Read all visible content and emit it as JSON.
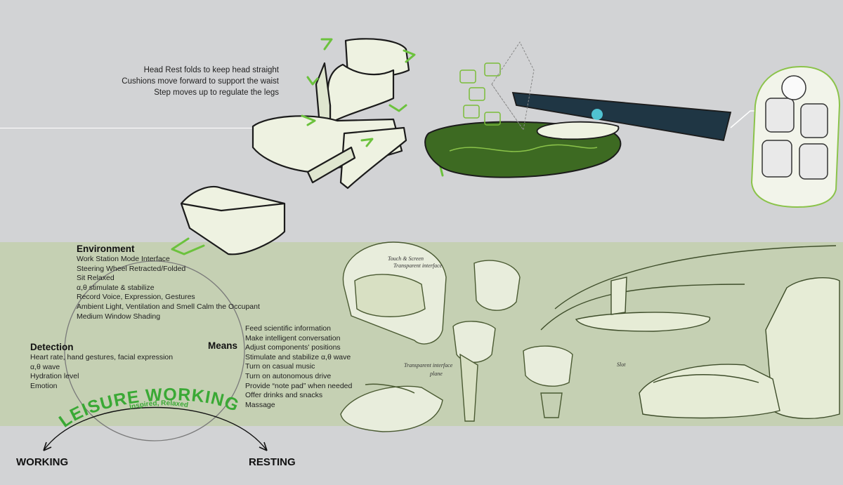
{
  "caption": {
    "lines": [
      "Head Rest folds to keep head straight",
      "Cushions move forward to support the waist",
      "Step moves up to regulate the legs"
    ]
  },
  "environment": {
    "title": "Environment",
    "items": [
      "Work Station Mode Interface",
      "Steering Wheel Retracted/Folded",
      "Sit Relaxed",
      "α,θ stimulate & stabilize",
      "Record Voice, Expression, Gestures",
      "Ambient Light, Ventilation and Smell Calm the Occupant",
      "Medium Window Shading"
    ]
  },
  "detection": {
    "title": "Detection",
    "items": [
      "Heart rate, hand gestures, facial expression",
      "α,θ wave",
      "Hydration level",
      "Emotion"
    ]
  },
  "means": {
    "title": "Means",
    "items": [
      "Feed scientific information",
      "Make intelligent conversation",
      "Adjust components' positions",
      "Stimulate and stabilize α,θ wave",
      "Turn on casual music",
      "Turn on autonomous drive",
      "Provide “note pad” when needed",
      "Offer drinks and snacks",
      "Massage"
    ]
  },
  "mode": {
    "title": "LEISURE WORKING",
    "subtitle": "Inspired, Relaxed",
    "left_end": "WORKING",
    "right_end": "RESTING"
  },
  "sketch_notes": {
    "note1": "Touch & Screen",
    "note2": "Transparent interface",
    "note3": "Transparent interface",
    "note4": "plane",
    "note5": "Slot"
  },
  "colors": {
    "accent_green": "#3aa935",
    "band_green": "#c5d0b3",
    "background_gray": "#d2d3d5",
    "seat_fill": "#eef2e1"
  }
}
